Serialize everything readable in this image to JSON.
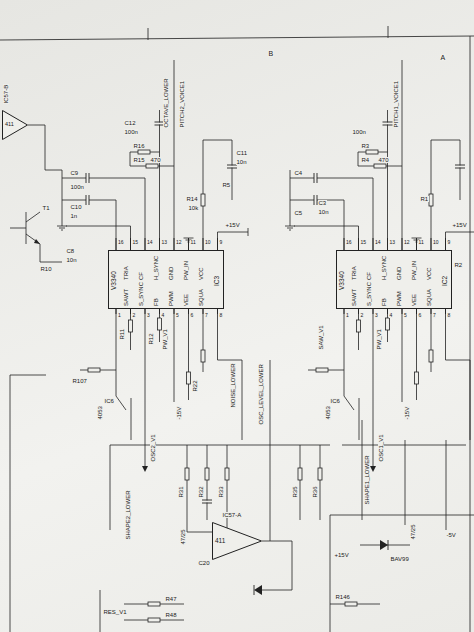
{
  "diagram": {
    "nodes": [
      {
        "text": [
          "V3340",
          "IC3",
          "TRIA",
          "CF",
          "H_SYNC",
          "GND",
          "PW_IN",
          "VCC",
          "SAWT",
          "S_SYNC",
          "FB",
          "PWM",
          "VEE",
          "SQUA"
        ]
      },
      {
        "text": [
          "V3340",
          "IC2",
          "TRIA",
          "CF",
          "H_SYNC",
          "GND",
          "PW_IN",
          "VCC",
          "SAWT",
          "S_SYNC",
          "FB",
          "PWM",
          "VEE",
          "SQUA"
        ]
      },
      {
        "text": [
          "411"
        ]
      },
      {
        "text": [
          "411"
        ]
      }
    ],
    "labels": [
      "16",
      "15",
      "14",
      "13",
      "12",
      "11",
      "10",
      "9",
      "1",
      "2",
      "3",
      "4",
      "5",
      "6",
      "7",
      "8",
      "16",
      "15",
      "14",
      "13",
      "12",
      "11",
      "10",
      "9",
      "1",
      "2",
      "3",
      "4",
      "5",
      "6",
      "7",
      "8",
      "B",
      "A",
      "IC57-B",
      "OCTAVE_LOWER",
      "PITCH2_VOICE1",
      "C12",
      "100n",
      "R16",
      "R15",
      "470",
      "C9",
      "100n",
      "R14",
      "10k",
      "C10",
      "1n",
      "C11",
      "10n",
      "R5",
      "T1",
      "C8",
      "10n",
      "R10",
      "+15V",
      "R11",
      "R12",
      "PW_V1",
      "R107",
      "4053",
      "IC6",
      "OSC2_V1",
      "-15V",
      "R22",
      "NOISE_LOWER",
      "OSC_LEVEL_LOWER",
      "R31",
      "R32",
      "R33",
      "SHAPE2_LOWER",
      "47/25",
      "C20",
      "IC57-A",
      "RES_V1",
      "R47",
      "R48",
      "PITCH1_VOICE1",
      "100n",
      "R3",
      "R4",
      "470",
      "C4",
      "C3",
      "10n",
      "C5",
      "R1",
      "R2",
      "+15V",
      "SAW_V1",
      "PW_V1",
      "4053",
      "IC6",
      "OSC1_V1",
      "-15V",
      "SHAPE1_LOWER",
      "R35",
      "R36",
      "47/25",
      "+15V",
      "BAV99",
      "R146",
      "-5V"
    ]
  }
}
